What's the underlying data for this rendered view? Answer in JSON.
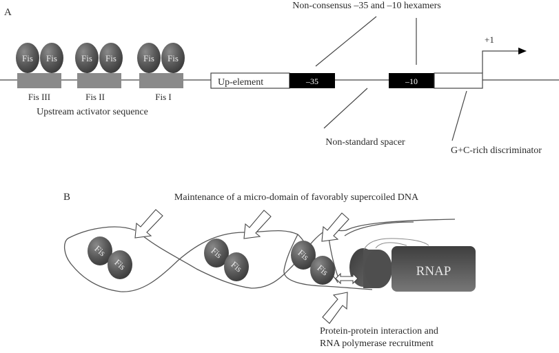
{
  "panel_a": {
    "label": "A",
    "fis_sites": [
      {
        "label": "Fis III",
        "proteins": [
          "Fis",
          "Fis"
        ]
      },
      {
        "label": "Fis II",
        "proteins": [
          "Fis",
          "Fis"
        ]
      },
      {
        "label": "Fis I",
        "proteins": [
          "Fis",
          "Fis"
        ]
      }
    ],
    "uas_label": "Upstream activator sequence",
    "up_element_label": "Up-element",
    "minus35_label": "–35",
    "minus10_label": "–10",
    "plus1_label": "+1",
    "hexamers_label": "Non-consensus –35 and –10 hexamers",
    "spacer_label": "Non-standard spacer",
    "discriminator_label": "G+C-rich discriminator"
  },
  "panel_b": {
    "label": "B",
    "supercoil_label": "Maintenance of a micro-domain of favorably supercoiled DNA",
    "fis_dimers": [
      {
        "proteins": [
          "Fis",
          "Fis"
        ]
      },
      {
        "proteins": [
          "Fis",
          "Fis"
        ]
      },
      {
        "proteins": [
          "Fis",
          "Fis"
        ]
      }
    ],
    "rnap_label": "RNAP",
    "interaction_label_line1": "Protein-protein interaction and",
    "interaction_label_line2": "RNA polymerase recruitment"
  },
  "colors": {
    "fis_protein": "#5a5a5a",
    "fis_site_box": "#8a8a8a",
    "hexamer_box": "#000000",
    "rnap": "#555555"
  }
}
